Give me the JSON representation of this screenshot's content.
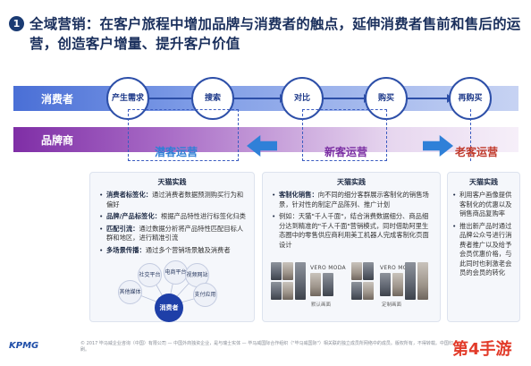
{
  "header": {
    "number": "1",
    "title": "全域营销：在客户旅程中增加品牌与消费者的触点，延伸消费者售前和售后的运营，创造客户增量、提升客户价值"
  },
  "bands": {
    "consumer": "消费者",
    "brand": "品牌商"
  },
  "journey": [
    "产生需求",
    "搜索",
    "对比",
    "购买",
    "再购买"
  ],
  "phases": {
    "latent": "潜客运营",
    "new": "新客运营",
    "old": "老客运营"
  },
  "panels": {
    "left": {
      "head": "天猫实践",
      "bullets": [
        {
          "term": "消费者标签化：",
          "text": "通过消费者数据预测购买行为和偏好"
        },
        {
          "term": "品牌/产品标签化：",
          "text": "根据产品特性进行标签化归类"
        },
        {
          "term": "匹配引流：",
          "text": "通过数据分析将产品特性匹配目标人群和地区，进行精准引流"
        },
        {
          "term": "多场景传播：",
          "text": "通过多个营销场景触及消费者"
        }
      ],
      "nodes": [
        "社交平台",
        "电商平台",
        "消费者",
        "视频网站",
        "支付应用",
        "其他媒体"
      ],
      "hub": "消费者"
    },
    "middle": {
      "head": "天猫实践",
      "bullets": [
        {
          "term": "客制化销售：",
          "text": "向不同的细分客群展示客制化的销售场景，针对性的制定产品陈列、推广计划"
        },
        {
          "term": "",
          "text": "例如：天猫\"千人千面\"，结合消费数据细分、商品细分达到精准的\"千人千面\"营销模式，同时借助阿里生态圈中的零售供应商利用美工机器人完成客制化页面设计"
        }
      ],
      "brands": [
        "VERO MODA",
        "VERO MODA"
      ],
      "captions": [
        "默认画面",
        "定制画面"
      ]
    },
    "right": {
      "head": "天猫实践",
      "bullets": [
        {
          "term": "",
          "text": "利用客户画像提供客制化的优惠以及销售商品复购率"
        },
        {
          "term": "",
          "text": "推出新产品时通过品牌公众号进行消费者推广以及给予会员优惠价格，与此同时也刺激老会员的会员的转化"
        }
      ]
    }
  },
  "footer": {
    "logo": "KPMG",
    "text": "© 2017 毕马威企业咨询（中国）有限公司 — 中国外商独资企业，是与瑞士实体 — 毕马威国际合作组织（\"毕马威国际\"）相关联的独立成员所网络中的成员。版权所有，不得转载。中国印刷。"
  },
  "watermark": "第4手游",
  "colors": {
    "consumer_band": "#4a6fd6",
    "brand_band": "#7f2ea6",
    "latent_phase": "#2f7fd6",
    "new_phase": "#7b2fa3",
    "old_phase": "#c0392b"
  }
}
